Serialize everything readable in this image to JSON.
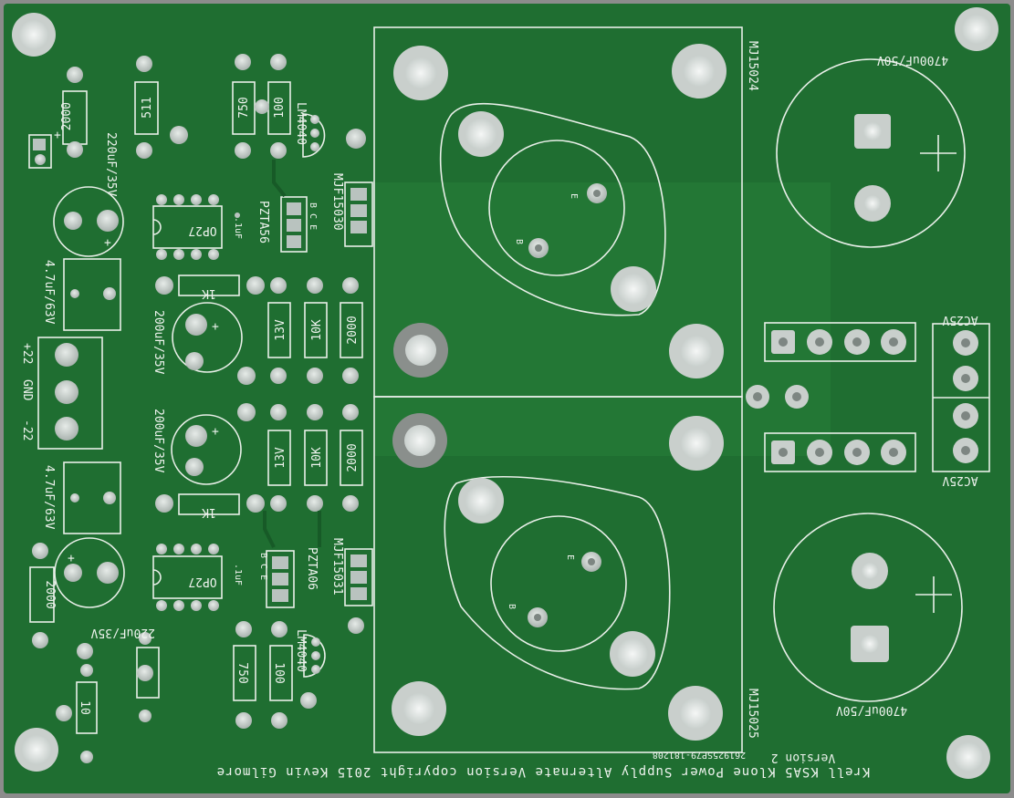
{
  "board": {
    "title_line1": "Krell KSA5 Klone Power Supply Alternate Version copyright 2015 Kevin Gilmore",
    "title_line2": "Version 2",
    "serial": "261925SP79-181208",
    "colors": {
      "board": "#1f6e31",
      "copper_pad": "#b9c3bf",
      "silkscreen": "#e8efe8",
      "background": "#8c8c8c"
    }
  },
  "labels": {
    "r_2000_top": "2000",
    "r_511": "511",
    "r_750_top": "750",
    "r_100_top": "100",
    "lm4040_top": "LM4040",
    "cap_220_top": "220uF/35V",
    "cap_220_bottom": "220uF/35V",
    "cap_47_top": "4.7uF/63V",
    "cap_47_bottom": "4.7uF/63V",
    "opamp_top": "OP27",
    "opamp_bottom": "OP27",
    "small_cap_top": ".1uF",
    "small_cap_bottom": ".1uF",
    "pzta56": "PZTA56",
    "pzta06": "PZTA06",
    "bce_top": "B C E",
    "bce_bottom": "B C E",
    "mjf15030": "MJF15030",
    "mjf15031": "MJF15031",
    "r_1k_top": "1K",
    "r_1k_bottom": "1K",
    "cap_200_top": "200uF/35V",
    "cap_200_bottom": "200uF/35V",
    "zener_13v_top": "13V",
    "zener_13v_bottom": "13V",
    "r_10k_top": "10K",
    "r_10k_bottom": "10K",
    "r_2000_mid_top": "2000",
    "r_2000_mid_bottom": "2000",
    "conn_plus22": "+22",
    "conn_gnd": "GND",
    "conn_minus22": "-22",
    "r_2000_left": "2000",
    "r_750_bottom": "750",
    "r_100_bottom": "100",
    "lm4040_bottom": "LM4040",
    "r_10": "10",
    "mj15024": "MJ15024",
    "mj15025": "MJ15025",
    "pin_e": "E",
    "pin_b": "B",
    "cap_4700_top": "4700uF/50V",
    "cap_4700_bottom": "4700uF/50V",
    "ac25v_top": "AC25V",
    "ac25v_bottom": "AC25V",
    "plus_sign": "+"
  }
}
